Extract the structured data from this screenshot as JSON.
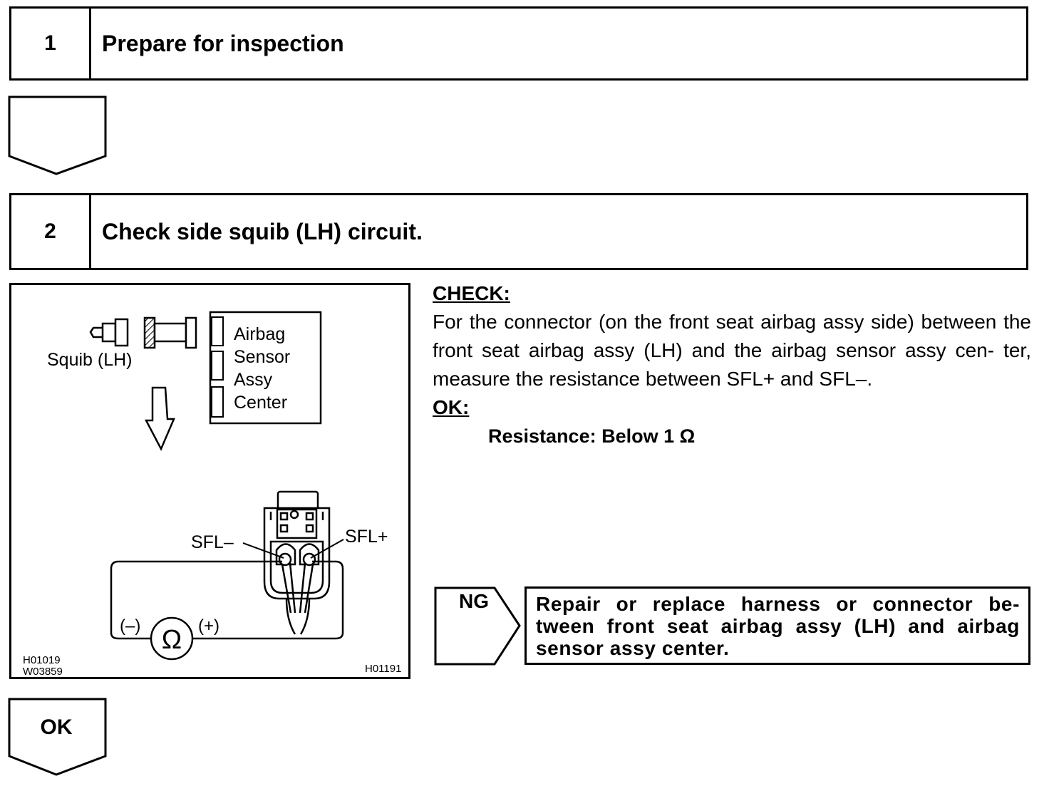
{
  "steps": [
    {
      "number": "1",
      "title": "Prepare for inspection"
    },
    {
      "number": "2",
      "title": "Check side squib (LH) circuit."
    }
  ],
  "figure": {
    "squib_label": "Squib (LH)",
    "airbag_sensor_lines": [
      "Airbag",
      "Sensor",
      "Assy",
      "Center"
    ],
    "sfl_minus_label": "SFL–",
    "sfl_plus_label": "SFL+",
    "meter_negative_label": "(–)",
    "meter_positive_label": "(+)",
    "ohm_symbol": "Ω",
    "code_top_left": "H01019",
    "code_bottom_left": "W03859",
    "code_bottom_right": "H01191"
  },
  "check": {
    "heading": "CHECK:",
    "body": "For the connector (on the front seat airbag assy side) between the front seat airbag assy (LH) and the airbag sensor assy cen- ter, measure the resistance between SFL+ and SFL–.",
    "ok_heading": "OK:",
    "resistance": "Resistance: Below 1 Ω"
  },
  "ng": {
    "label": "NG",
    "action": "Repair or replace harness or connector be- tween front seat airbag assy (LH) and airbag sensor assy center."
  },
  "ok_arrow": {
    "label": "OK"
  }
}
